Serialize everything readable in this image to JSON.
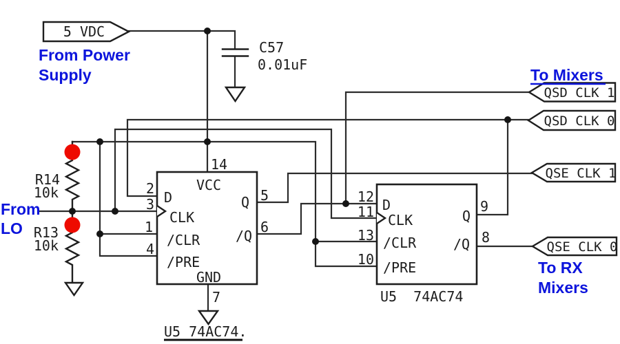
{
  "annotations": {
    "from_power_1": "From Power",
    "from_power_2": "Supply",
    "from_lo_1": "From",
    "from_lo_2": "LO",
    "to_mixers": "To Mixers",
    "to_rx_1": "To RX",
    "to_rx_2": "Mixers"
  },
  "power_flag": "5 VDC",
  "capacitor": {
    "ref": "C57",
    "value": "0.01uF"
  },
  "resistors": {
    "r14": {
      "ref": "R14",
      "value": "10k"
    },
    "r13": {
      "ref": "R13",
      "value": "10k"
    }
  },
  "ff1": {
    "port_labels": {
      "d": "D",
      "clk": "CLK",
      "clr": "/CLR",
      "pre": "/PRE",
      "vcc": "VCC",
      "gnd": "GND",
      "q": "Q",
      "qn": "/Q"
    },
    "pins": {
      "d": "2",
      "clk": "3",
      "clr": "1",
      "pre": "4",
      "vcc": "14",
      "gnd": "7",
      "q": "5",
      "qn": "6"
    }
  },
  "ff2": {
    "port_labels": {
      "d": "D",
      "clk": "CLK",
      "clr": "/CLR",
      "pre": "/PRE",
      "q": "Q",
      "qn": "/Q"
    },
    "pins": {
      "d": "12",
      "clk": "11",
      "clr": "13",
      "pre": "10",
      "q": "9",
      "qn": "8"
    },
    "ref_label": "U5  74AC74"
  },
  "bottom_ref": "U5 74AC74.",
  "flags": {
    "qsd1": "QSD CLK 1",
    "qsd0": "QSD CLK 0",
    "qse1": "QSE CLK 1",
    "qse0": "QSE CLK 0"
  },
  "colors": {
    "annotation_blue": "#0c14dc",
    "junction_red": "#ee0b00",
    "wire": "#2b2b2b"
  }
}
